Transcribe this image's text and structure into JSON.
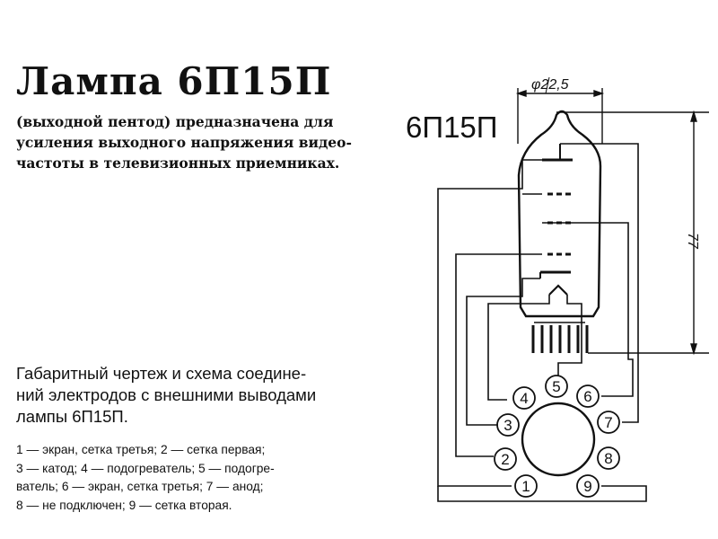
{
  "title": "Лампа 6П15П",
  "intro_lines": [
    "(выходной пентод) предназначена для",
    "усиления выходного напряжения видео-",
    "частоты в телевизионных приемниках."
  ],
  "diagram": {
    "tube_label": "6П15П",
    "diameter_label": "φ22,5",
    "height_label": "77",
    "pins": [
      "1",
      "2",
      "3",
      "4",
      "5",
      "6",
      "7",
      "8",
      "9"
    ]
  },
  "caption_lines": [
    "Габаритный чертеж и схема соедине-",
    "ний электродов с внешними выводами",
    "лампы 6П15П."
  ],
  "legend_lines": [
    "1 — экран, сетка третья; 2 — сетка первая;",
    "3 — катод; 4 — подогреватель; 5 — подогре-",
    "ватель; 6 — экран, сетка третья; 7 — анод;",
    "8 — не подключен; 9 — сетка вторая."
  ]
}
